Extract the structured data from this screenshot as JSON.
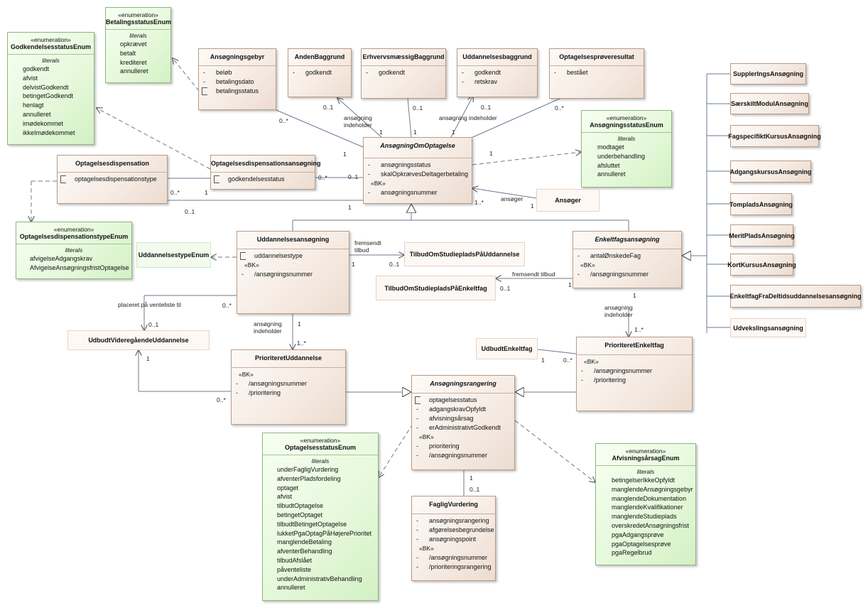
{
  "stereotypes": {
    "enumeration": "«enumeration»",
    "bk": "«BK»",
    "literals": "literals"
  },
  "classes": {
    "betalingsstatus_enum": {
      "name": "BetalingsstatusEnum",
      "literals": [
        "opkrævet",
        "betalt",
        "krediteret",
        "annulleret"
      ]
    },
    "godkendelsesstatus_enum": {
      "name": "GodkendelsesstatusEnum",
      "literals": [
        "godkendt",
        "afvist",
        "delvistGodkendt",
        "betingetGodkendt",
        "henlagt",
        "annulleret",
        "imødekommet",
        "ikkeImødekommet"
      ]
    },
    "ansoegningsgebyr": {
      "name": "Ansøgningsgebyr",
      "attrs": [
        "beløb",
        "betalingsdato",
        "betalingsstatus"
      ]
    },
    "anden_baggrund": {
      "name": "AndenBaggrund",
      "attrs": [
        "godkendt"
      ]
    },
    "erhvervsmaessig_baggrund": {
      "name": "ErhvervsmæssigBaggrund",
      "attrs": [
        "godkendt"
      ]
    },
    "uddannelsesbaggrund": {
      "name": "Uddannelsesbaggrund",
      "attrs": [
        "godkendt",
        "retskrav"
      ]
    },
    "optagelsesproeveresultat": {
      "name": "Optagelsesprøveresultat",
      "attrs": [
        "bestået"
      ]
    },
    "ansoegningsstatus_enum": {
      "name": "AnsøgningsstatusEnum",
      "literals": [
        "modtaget",
        "underbehandling",
        "afsluttet",
        "annulleret"
      ]
    },
    "optagelsesdispensation": {
      "name": "Optagelsesdispensation",
      "attrs": [
        "optagelsesdispensationstype"
      ]
    },
    "optagelsesdispensationsansoegning": {
      "name": "Optagelsesdispensationsansøgning",
      "attrs": [
        "godkendelsesstatus"
      ]
    },
    "ansoegning_om_optagelse": {
      "name": "AnsøgningOmOptagelse",
      "attrs": [
        "ansøgningsstatus",
        "skalOpkrævesDeltagerbetaling"
      ],
      "bk": [
        "ansøgningsnummer"
      ]
    },
    "ansoeger": {
      "name": "Ansøger"
    },
    "optagelsesdispensationstype_enum": {
      "name": "OptagelsesdispensationstypeEnum",
      "literals": [
        "afvigelseAdgangskrav",
        "AfvigelseAnsøgningsfristOptagelse"
      ]
    },
    "uddannelsestype_enum": {
      "name": "UddannelsestypeEnum"
    },
    "uddannelsesansoegning": {
      "name": "Uddannelsesansøgning",
      "attrs": [
        "uddannelsestype"
      ],
      "bk": [
        "/ansøgningsnummer"
      ]
    },
    "tilbud_uddannelse": {
      "name": "TilbudOmStudiepladsPåUddannelse"
    },
    "tilbud_enkeltfag": {
      "name": "TilbudOmStudiepladsPåEnkeltfag"
    },
    "enkeltfagsansoegning": {
      "name": "Enkeltfagsansøgning",
      "attrs": [
        "antalØnskedeFag"
      ],
      "bk": [
        "/ansøgningsnummer"
      ]
    },
    "udbudt_videregaaende": {
      "name": "UdbudtVideregåendeUddannelse"
    },
    "prioriteret_uddannelse": {
      "name": "PrioriteretUddannelse",
      "bk": [
        "/ansøgningsnummer",
        "/prioritering"
      ]
    },
    "udbudt_enkeltfag": {
      "name": "UdbudtEnkeltfag"
    },
    "prioriteret_enkeltfag": {
      "name": "PrioriteretEnkeltfag",
      "bk": [
        "/ansøgningsnummer",
        "/prioritering"
      ]
    },
    "ansoegningsrangering": {
      "name": "Ansøgningsrangering",
      "attrs": [
        "optagelsesstatus",
        "adgangskravOpfyldt",
        "afvisningsårsag",
        "erAdministrativtGodkendt"
      ],
      "bk": [
        "prioritering",
        "/ansøgningsnummer"
      ]
    },
    "optagelsesstatus_enum": {
      "name": "OptagelsesstatusEnum",
      "literals": [
        "underFagligVurdering",
        "afventerPladsfordeling",
        "optaget",
        "afvist",
        "tilbudtOptagelse",
        "betingetOptaget",
        "tilbudtBetingetOptagelse",
        "lukketPgaOptagPåHøjerePrioritet",
        "manglendeBetaling",
        "afventerBehandling",
        "tilbudAfslået",
        "påventeliste",
        "underAdministrativBehandling",
        "annulleret"
      ]
    },
    "faglig_vurdering": {
      "name": "FagligVurdering",
      "attrs": [
        "ansøgningsrangering",
        "afgørelsesbegrundelse",
        "ansøgningspoint"
      ],
      "bk": [
        "/ansøgningsnummer",
        "/prioriteringsrangering"
      ]
    },
    "afvisningsaarsag_enum": {
      "name": "AfvisningsårsagEnum",
      "literals": [
        "betingelserIkkeOpfyldt",
        "manglendeAnsøgningsgebyr",
        "manglendeDokumentation",
        "manglendeKvalifikationer",
        "manglendeStudieplads",
        "overskredetAnsøgningsfrist",
        "pgaAdgangsprøve",
        "pgaOptagelsesprøve",
        "pgaRegelbrud"
      ]
    }
  },
  "subtypes": [
    "SupplerIngsAnsøgning",
    "SærskiltModulAnsøgning",
    "FagspecifiktKursusAnsøgning",
    "AdgangskursusAnsøgning",
    "TompladsAnsøgning",
    "MeritPladsAnsøgning",
    "KortKursusAnsøgning",
    "EnkeltfagFraDeltidsuddannelsesansøgning",
    "Udvekslingsansøgning"
  ],
  "labels": {
    "m_01_a": "0..1",
    "m_01_b": "0..1",
    "m_01_c": "0..1",
    "m_01_d": "0..1",
    "m_01_e": "0..1",
    "m_01_f": "0..1",
    "m_01_g": "0..1",
    "m_01_h": "0..1",
    "m_01_i": "0..1",
    "m_01_j": "0..1",
    "m_0n_a": "0..*",
    "m_0n_b": "0..*",
    "m_0n_c": "0..*",
    "m_0n_d": "0..*",
    "m_0n_e": "0..*",
    "m_0n_f": "0..*",
    "m_1_a": "1",
    "m_1_b": "1",
    "m_1_c": "1",
    "m_1_d": "1",
    "m_1_e": "1",
    "m_1_f": "1",
    "m_1_g": "1",
    "m_1_h": "1",
    "m_1_i": "1",
    "m_1_j": "1",
    "m_1_k": "1",
    "m_1_l": "1",
    "m_1_m": "1",
    "m_1_n": "1",
    "m_1n_a": "1..*",
    "m_1n_b": "1..*",
    "m_1n_c": "1..*",
    "ansoegning_indeholder_1": "ansøgning\nindeholder",
    "ansoegning_indeholder_2": "ansøgning indeholder",
    "ansoegning_indeholder_3": "ansøgning\nindeholder",
    "ansoegning_indeholder_4": "ansøgning\nindeholder",
    "ansoeger_role": "ansøger",
    "fremsendt_tilbud_1": "fremsendt\ntilbud",
    "fremsendt_tilbud_2": "fremsendt tilbud",
    "placeret_venteliste": "placeret på venteliste til"
  }
}
